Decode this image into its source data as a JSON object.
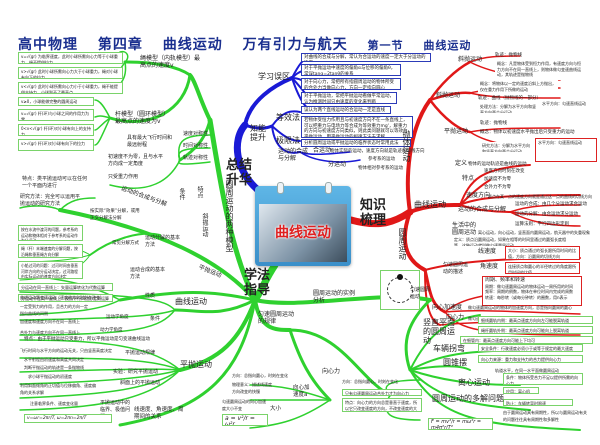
{
  "header": {
    "title_parts": [
      "高中物理",
      "第四章",
      "曲线运动",
      "万有引力与航天",
      "第一节",
      "曲线运动"
    ]
  },
  "colors": {
    "title": "#1a2f8f",
    "green_branch": "#2fd12f",
    "blue_branch": "#1a1ad6",
    "red_branch": "#e01818",
    "center_title": "#e02020"
  },
  "center": {
    "title": "曲线运动"
  },
  "hubs": {
    "summary": "总结升华",
    "knowledge": "知识梳理",
    "method": "学法指导"
  },
  "blue_branch": {
    "learning_mistakes": {
      "label": "学习误区",
      "items": [
        "对曲线的合成与分解，常认为合运动的速度一定大于分运动的速度",
        "对于平抛运动中速度的偏角α与位移的偏角θ，常误tanα=2tanθ的关系",
        "对于向心力，常把所有指圆周运动的物体所受的合外力当做向心力，方向一定指向圆心",
        "对于平抛运动，常把平抛运动看做平常运动，认为推测时间只由速度的变化来判断",
        "误认为两个直线运动的合运动一定是直线运动"
      ]
    },
    "ability": {
      "label": "知能提升",
      "equivalent": "等效法",
      "equivalent_text": "若物体受恒力作用且与初速度方向不在一条直线上，可以把重力与电场力等合成为等效重力mg'，解重力的方向与初速度方向类似，则此类问题就可以等效为平抛运动，用平抛运动的规律方法去求解",
      "limit": "极限法",
      "limit_text": "分析圆周运动或平抛运动的临界状态时常用此法"
    },
    "composition": {
      "label": "运动的合成与分解",
      "resultant": "合运动",
      "resultant_text": "物体实际的运动，速度方向就是轨迹的切线方向",
      "component": "分运动",
      "component_items": [
        "参考系的运动",
        "物体相对参考系的运动"
      ]
    }
  },
  "red_branch": {
    "throw_motion": {
      "label": "抛体运动",
      "oblique": {
        "label": "斜抛运动",
        "items": [
          "轨迹：抛物线",
          "概念：凡是物体受到恒力作用，有速度方向与恒力方向不在同一直线上，则物体做匀变速曲线运动，其轨迹是抛物线",
          "研究方法：分解为水平方向的匀速直线运动和竖直方向的匀变速直线运动"
        ]
      },
      "oblique_throw": {
        "label": "斜抛运动",
        "items": [
          "概念：将物体以一定的速度沿斜上方抛出，仅在重力作用下所做的运动",
          "轨迹：曲线（抛物线的一部分）",
          "处理方法：分解为水平方向和竖直方向两个分运动"
        ],
        "side_items": [
          "水平方向：匀速直线运动",
          "竖直方向：竖直上抛或竖直下抛运动"
        ]
      },
      "horizontal_throw": {
        "label": "平抛运动",
        "items": [
          "轨迹：抛物线",
          "概念：物体以初速度水平抛出后只受重力的运动",
          "研究方法：分解为水平方向和竖直方向两个分运动"
        ],
        "side_items": [
          "水平方向：匀速直线运动",
          "竖直方向：自由落体运动"
        ]
      }
    },
    "curved_motion": {
      "label": "曲线运动",
      "definition_label": "定义",
      "definition": "物体的运动轨迹是曲线的运动",
      "features_label": "特点",
      "features": [
        "速度方向时刻在改变",
        "加速度不为零",
        "合外力不为零"
      ],
      "velocity_label": "速度方向",
      "velocity": "质点在某一点的速度方向就是通过这一点的曲线的切线方向",
      "comp_label": "运动的合成与分解",
      "comp_items": [
        "运动的合成：由几个分运动求合运动",
        "运动的分解：由合运动求分运动",
        "运算法则：平行四边形定则"
      ]
    },
    "circular_motion": {
      "label": "圆周运动",
      "life_label": "生活中的圆周运动",
      "life": "离心运动，向心运动，竖直面内圆周运动，航天器中的失重现象",
      "uniform_label": "匀速圆周运动",
      "uniform_def": "定义：质点沿圆周运动，如果在相等的时间里通过的圆弧长度相等，这种运动就叫做匀速圆周运动",
      "quantities_label": "匀速圆周运动的描述",
      "linear_label": "线速度",
      "linear": "大小：质点通过的弧长跟所用时间的比值，方向：沿圆周的切线方向",
      "angular_label": "角速度",
      "angular": "连接质点和圆心的半径转过的角度跟所用时间的比值",
      "period": "周期、频率和转速",
      "period_items": [
        "周期：做匀速圆周运动的物体运动一周所用的时间",
        "频率：周期的倒数，物体在单位时间内完成的周数",
        "转速：每秒转（或每分钟转）的圈数，用n表示"
      ],
      "acc_label": "向心加速度",
      "acc": "做匀速圆周运动的物体的加速度方向，总是指向圆周的圆心",
      "force_label": "向心力",
      "force": "做匀速圆周运动的物体所受的合力，总是指向圆周的圆心"
    }
  },
  "green_branch": {
    "models": {
      "label": "圆周运动的两种模型",
      "rope": {
        "label": "绳模型（内轨模型）最高点的速度v",
        "items": [
          "v=√(gr) 为临界速度，此时小球所需向心力等于小球重力，绳不提供拉力",
          "v>√(gr) 此时小球所需向心力大于小球重力，绳对小球有向下的拉力",
          "v<√(gr) 此时小球所需向心力小于小球重力，绳不能提供支持力，小球到不了最高点"
        ]
      },
      "rod": {
        "label": "杆模型（圆环模型）最高点的速度为v",
        "items": [
          "v≥0，小球能做完整的圆周运动",
          "v=√(gr) 杆(环)与小球之间的作用力为零",
          "0<v<√(gr) 杆(环)对小球有向上的支持力",
          "v>√(gr) 杆(环)对小球有向下的拉力"
        ]
      }
    },
    "projectile": {
      "label": "斜抛运动",
      "feature_label": "特点",
      "symmetry": [
        "速度对称性",
        "时间对称性",
        "轨迹对称性"
      ],
      "max": "具有最大飞行时间和最远射程",
      "condition_label": "条件",
      "conditions": [
        "初速度不为零，且与水平方向成一定角度",
        "只受重力作用"
      ]
    },
    "composition": {
      "label": "运动的合成与分解",
      "feature": "特点：类平抛运动可以在任何一个平面内进行",
      "method": "研究方法：完全可以运用平抛运动的研究方法",
      "decompose_label": "运动分解的基本方法",
      "decompose_note": "按实际“效果”分解，或用正交分解法分解",
      "decompose_sub": "常见分解方式",
      "decompose_items": [
        "按在水流中渡河的问题，参考系的运动和物体相对于参考系的运动作为分运动",
        "绳（杆）末端速度的分解问题，按沿绳和垂直绳方向分解",
        "小船过河的问题：过河时间由垂直河岸方向的分运动决定，过河路程由实际运动的速度方向决定"
      ],
      "synth_label": "运动合成的基本方法",
      "synth_items": [
        "分运动在同一直线上：矢量运算转化为代数运算",
        "分运动不在同一直线上：按照平行四边形定则运算"
      ]
    },
    "curved": {
      "label": "曲线运动",
      "nature_label": "性质",
      "nature": [
        "曲线运动是变速运动（速度的方向时刻在改变）",
        "一定受到力的作用，且合力的方向一定指向曲线的凹侧"
      ],
      "condition_label": "条件",
      "kinematic": "运动学角度",
      "kinematic_text": "加速度和速度方向不在同一直线上",
      "dynamic": "动力学角度",
      "dynamic_text": "合外力与速度方向不在同一直线上"
    },
    "horizontal": {
      "label": "平抛运动",
      "feature": "特点：由于平抛运动只受重力，所以平抛运动是匀变速曲线运动",
      "law_label": "平抛运动规律",
      "laws": [
        "飞行时间与水平方向的运动无关，只由竖直高度决定",
        "水平射程由初速度和高度共同决定"
      ],
      "exp_label": "实验：研究平抛运动",
      "exp_items": [
        "判断平抛运动的轨迹是一条抛物线",
        "求小球平抛运动的初速度"
      ],
      "slope_label": "斜面上的平抛运动",
      "slope": "利用斜面倾角的正切值与位移偏角、速度偏角的关系求解",
      "crit_label": "平抛运动中的临界、极值问题",
      "crit": "注意临界条件、速度变化量"
    },
    "relation": {
      "label": "线速度、角速度、周期间的关系",
      "formula": "v=ωr=2πr/T, ω=2πn=2π/T"
    },
    "uniform_law": {
      "label": "匀速圆周运动的规律",
      "acc_label": "向心加速度a",
      "acc_dir": "方向：总指向圆心，时刻在变化",
      "acc_meaning": "物理意义：描述线速度方向改变的快慢",
      "size_label": "大小",
      "size_note": "匀速圆周运动的向心加速度大小不变",
      "formula": "a = v²/r = ω²r",
      "force_label": "向心力",
      "force_items": [
        "方向：总指向圆心，时刻在变化",
        "只有匀速圆周运动合外力才为向心力",
        "特点：向心力的方向总是垂直于速度，所以它只改变速度的方向，不改变速度的大小"
      ]
    },
    "examples": {
      "label": "圆周运动的实例分析",
      "vertical_label": "竖直平面的圆周运动",
      "vertical": [
        "细线圆轨内侧：最高点速度方向向左可能脱离轨道",
        "绳杆圆轨外侧：最高点速度方向可能向上脱离轨道",
        "在细管内：最高点速度方向可能上下均可"
      ],
      "car_label": "车辆拐弯",
      "car": [
        "安全条件：行驶速度必须小于或等于规定的最大速度",
        "向心力来源：重力和支持力的合力提供向心力"
      ],
      "cone_label": "圆锥摆",
      "cone": "轨道水平，在同一水平面做圆周运动",
      "centrifugal_label": "离心运动",
      "centrifugal": [
        "条件：物体所受合力不足以提供所需的向心力",
        "应用：离心机",
        "防止：车辆转弯时限速"
      ],
      "multi_label": "圆周运动的多解问题",
      "multi": "由于圆周运动具有周期性，所以与圆周运动有关的问题往往具有周期性和多解性",
      "formula": "F = mv²/r = mω²r = m4π²r/T²"
    }
  }
}
